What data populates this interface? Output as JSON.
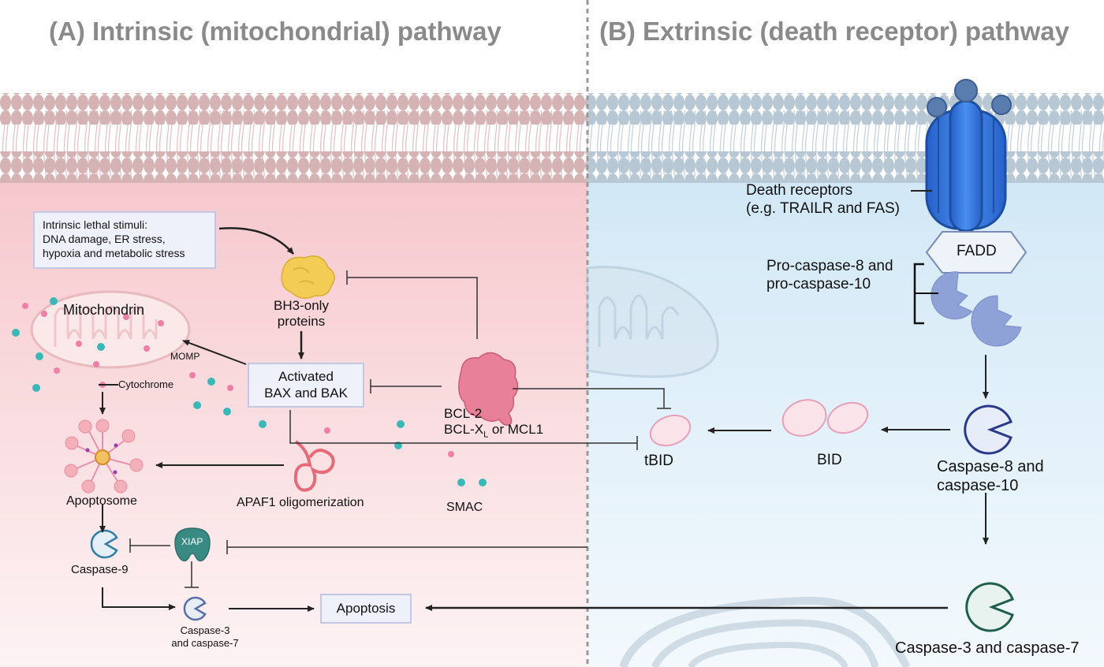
{
  "panel_a": {
    "title": "(A) Intrinsic (mitochondrial) pathway",
    "stimuli_box": [
      "Intrinsic lethal stimuli:",
      "DNA damage, ER stress,",
      "hypoxia and metabolic stress"
    ],
    "mitochondrion": "Mitochondrin",
    "momp": "MOMP",
    "cytochrome": "Cytochrome",
    "bh3": [
      "BH3-only",
      "proteins"
    ],
    "bax_box": [
      "Activated",
      "BAX and BAK"
    ],
    "bcl2_line1": "BCL-2",
    "bcl2_line2_a": "BCL-X",
    "bcl2_line2_sub": "L",
    "bcl2_line2_b": " or MCL1",
    "apoptosome": "Apoptosome",
    "apaf1": "APAF1 oligomerization",
    "smac": "SMAC",
    "caspase9": "Caspase-9",
    "xiap": "XIAP",
    "caspase37": [
      "Caspase-3",
      "and caspase-7"
    ],
    "apoptosis": "Apoptosis"
  },
  "panel_b": {
    "title": "(B) Extrinsic (death receptor) pathway",
    "death_receptors": [
      "Death receptors",
      "(e.g. TRAILR and FAS)"
    ],
    "fadd": "FADD",
    "procaspase": [
      "Pro-caspase-8 and",
      "pro-caspase-10"
    ],
    "caspase810": [
      "Caspase-8 and",
      "caspase-10"
    ],
    "bid": "BID",
    "tbid": "tBID",
    "caspase37": "Caspase-3 and caspase-7"
  },
  "colors": {
    "left_bg": "#f8d7da",
    "right_bg": "#dcedf8",
    "receptor": "#2f6fd0",
    "caspase_blue": "#2a3a8a",
    "caspase_green": "#1f5e4a"
  }
}
